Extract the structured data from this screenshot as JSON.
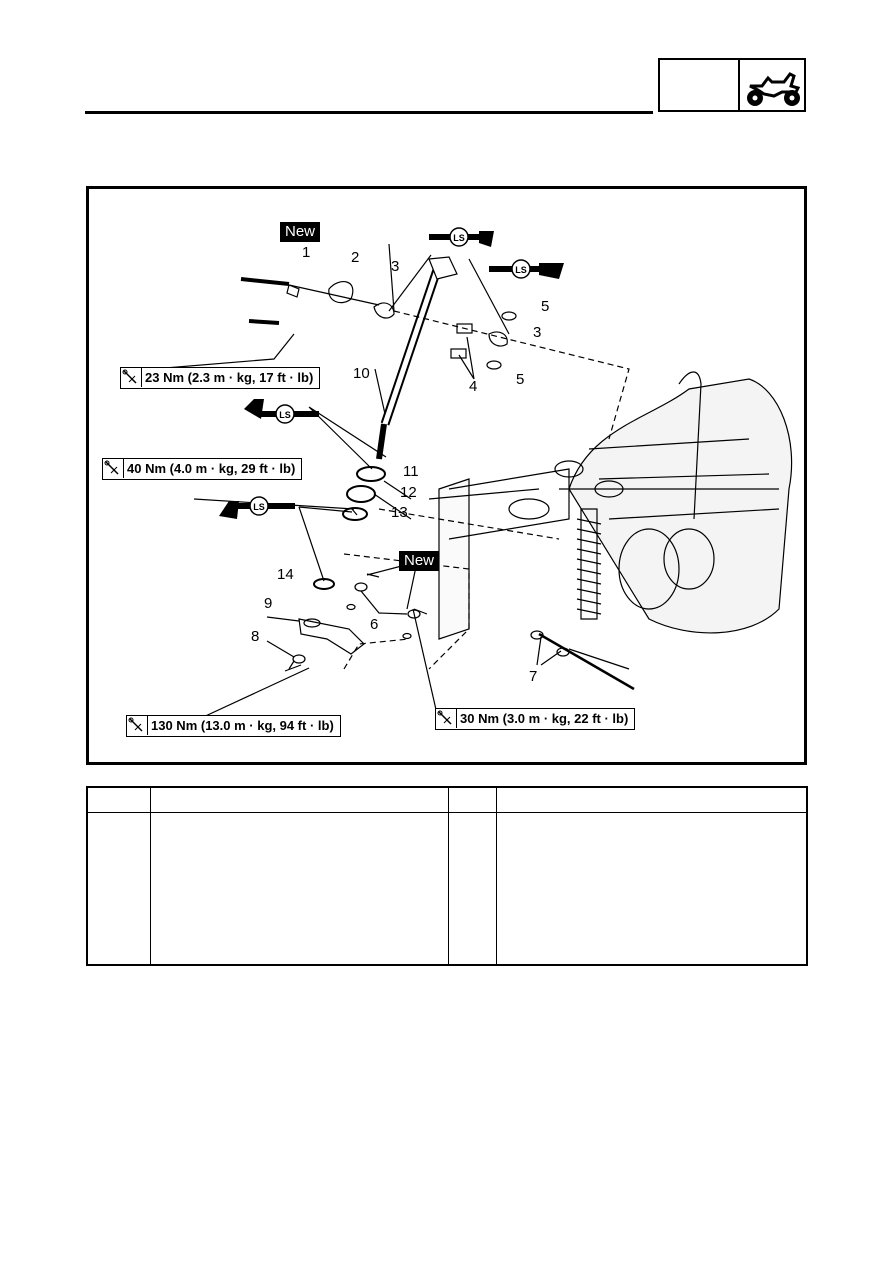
{
  "header": {
    "icon": "atv-icon",
    "section_label": ""
  },
  "badges": {
    "new_1": "New",
    "new_2": "New"
  },
  "ls_label": "LS",
  "torques": {
    "t1": "23 Nm (2.3 m · kg, 17 ft · lb)",
    "t2": "40 Nm (4.0 m · kg, 29 ft · lb)",
    "t3": "130 Nm (13.0 m · kg, 94 ft · lb)",
    "t4": "30 Nm (3.0 m · kg, 22 ft · lb)"
  },
  "callouts": [
    "1",
    "2",
    "3",
    "3",
    "4",
    "5",
    "5",
    "6",
    "7",
    "8",
    "9",
    "10",
    "11",
    "12",
    "13",
    "14"
  ],
  "table": {
    "col1": "",
    "col2": "",
    "col3": "",
    "col4": ""
  }
}
